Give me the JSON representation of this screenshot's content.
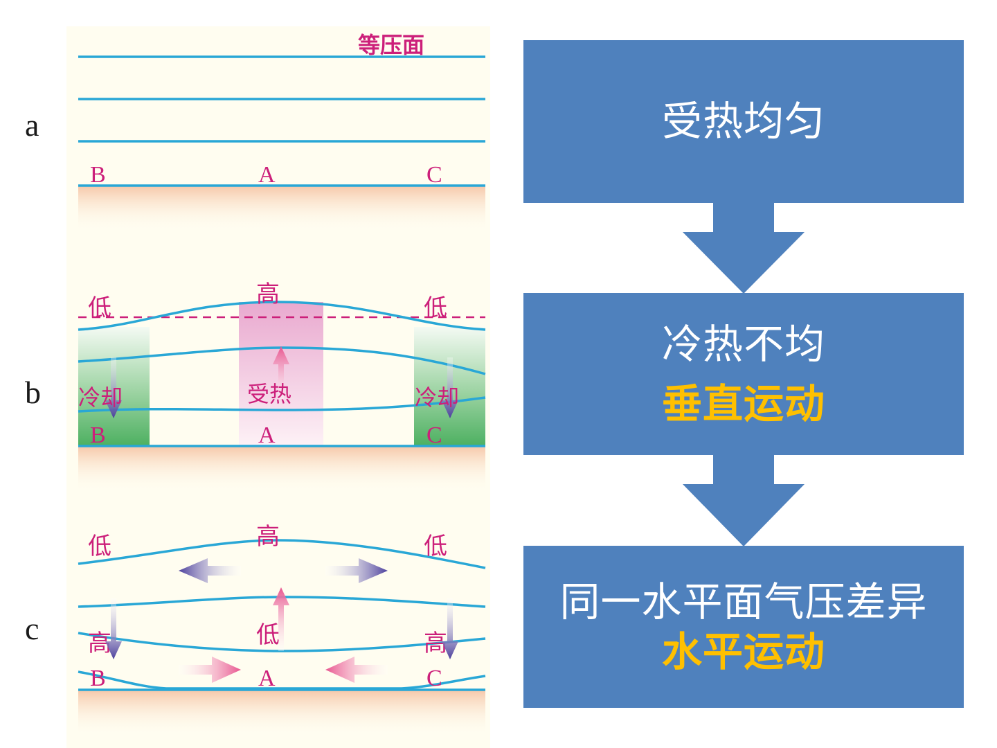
{
  "colors": {
    "flow_box": "#4f81bd",
    "accent_text": "#ffc000",
    "isobar_line": "#29a7d6",
    "diagram_label": "#cc1f7a",
    "cold_arrow": "#4b3f9c",
    "warm_arrow": "#e8558f",
    "ground": "#f6c7a8",
    "panel_background": "#fffdf0"
  },
  "diagram": {
    "top_label": "等压面",
    "row_a": {
      "label": "a",
      "points": [
        "B",
        "A",
        "C"
      ]
    },
    "row_b": {
      "label": "b",
      "high_label": "高",
      "low_left": "低",
      "low_right": "低",
      "heated_label": "受热",
      "cooled_left": "冷却",
      "cooled_right": "冷却",
      "points": [
        "B",
        "A",
        "C"
      ]
    },
    "row_c": {
      "label": "c",
      "high_top": "高",
      "low_top_left": "低",
      "low_top_right": "低",
      "low_center": "低",
      "high_left": "高",
      "high_right": "高",
      "points": [
        "B",
        "A",
        "C"
      ]
    }
  },
  "flowchart": {
    "step1": {
      "main": "受热均匀"
    },
    "step2": {
      "main": "冷热不均",
      "accent": "垂直运动"
    },
    "step3": {
      "main": "同一水平面气压差异",
      "accent": "水平运动"
    }
  }
}
